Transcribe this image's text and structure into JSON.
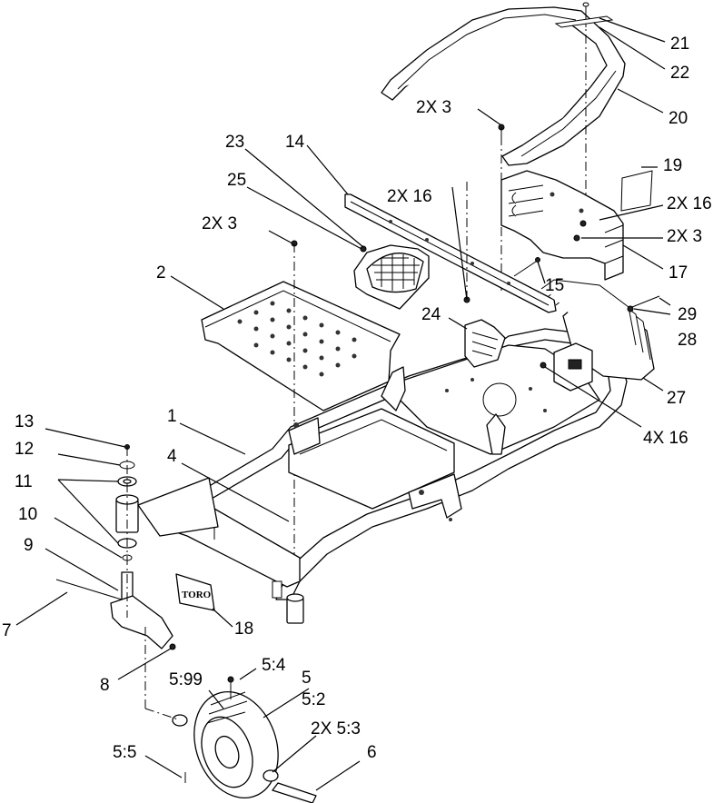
{
  "labels": {
    "p1": "1",
    "p2": "2",
    "p3_top": "2X  3",
    "p3_mid": "2X  3",
    "p3_right": "2X  3",
    "p4": "4",
    "p5": "5",
    "p5_2": "5:2",
    "p5_3": "2X  5:3",
    "p5_4": "5:4",
    "p5_5": "5:5",
    "p5_99": "5:99",
    "p6": "6",
    "p7": "7",
    "p8": "8",
    "p9": "9",
    "p10": "10",
    "p11": "11",
    "p12": "12",
    "p13": "13",
    "p14": "14",
    "p15": "15",
    "p16_mid": "2X  16",
    "p16_right": "2X  16",
    "p16_lower": "4X  16",
    "p17": "17",
    "p18": "18",
    "p19": "19",
    "p20": "20",
    "p21": "21",
    "p22": "22",
    "p23": "23",
    "p24": "24",
    "p25": "25",
    "p27": "27",
    "p28": "28",
    "p29": "29"
  },
  "logo_text": "TORO",
  "colors": {
    "line": "#000000",
    "background": "#ffffff",
    "hardware": "#222222"
  }
}
